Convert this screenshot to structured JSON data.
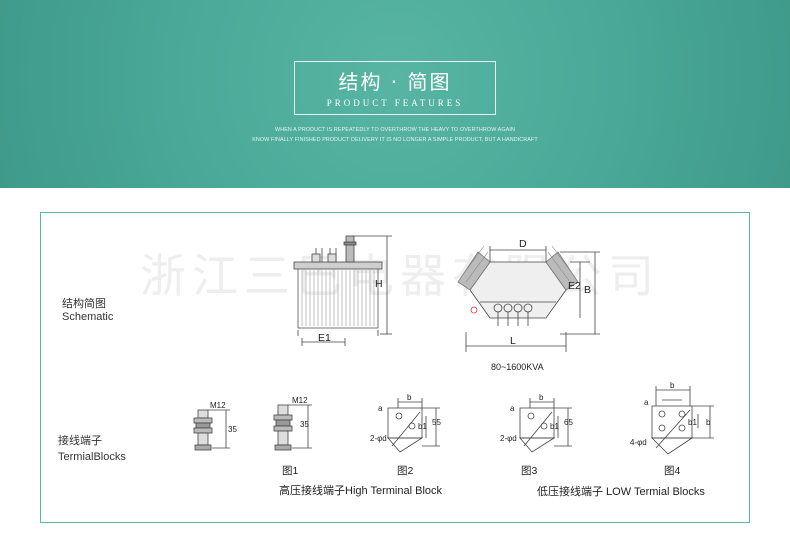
{
  "banner": {
    "title_cn": "结构 · 简图",
    "title_en": "PRODUCT FEATURES",
    "tagline_1": "WHEN A PRODUCT IS REPEATEDLY TO OVERTHROW THE HEAVY TO OVERTHROW AGAIN",
    "tagline_2": "KNOW FINALLY FINISHED PRODUCT DELIVERY IT IS NO LONGER A SIMPLE PRODUCT, BUT A HANDICRAFT"
  },
  "watermark": "浙江三巴电器有限公司",
  "schematic": {
    "label_cn": "结构简图",
    "label_en": "Schematic",
    "dim_H": "H",
    "dim_E1": "E1",
    "dim_D": "D",
    "dim_E2": "E2",
    "dim_B": "B",
    "dim_L": "L",
    "caption": "80~1600KVA"
  },
  "terminals": {
    "label_cn": "接线端子",
    "label_en": "TermialBlocks",
    "m12_a": "M12",
    "m12_b": "M12",
    "dim_35a": "35",
    "dim_35b": "35",
    "fig1": "图1",
    "fig2": "图2",
    "fig3": "图3",
    "fig4": "图4",
    "high_caption": "高压接线端子High Terminal Block",
    "low_caption": "低压接线端子 LOW Termial Blocks",
    "f2_b": "b",
    "f2_a": "a",
    "f2_b1": "b1",
    "f2_55": "55",
    "f2_d": "2-φd",
    "f3_b": "b",
    "f3_a": "a",
    "f3_b1": "b1",
    "f3_65": "65",
    "f3_d": "2-φd",
    "f4_b": "b",
    "f4_a": "a",
    "f4_b1": "b1",
    "f4_b_side": "b",
    "f4_d": "4-φd"
  }
}
